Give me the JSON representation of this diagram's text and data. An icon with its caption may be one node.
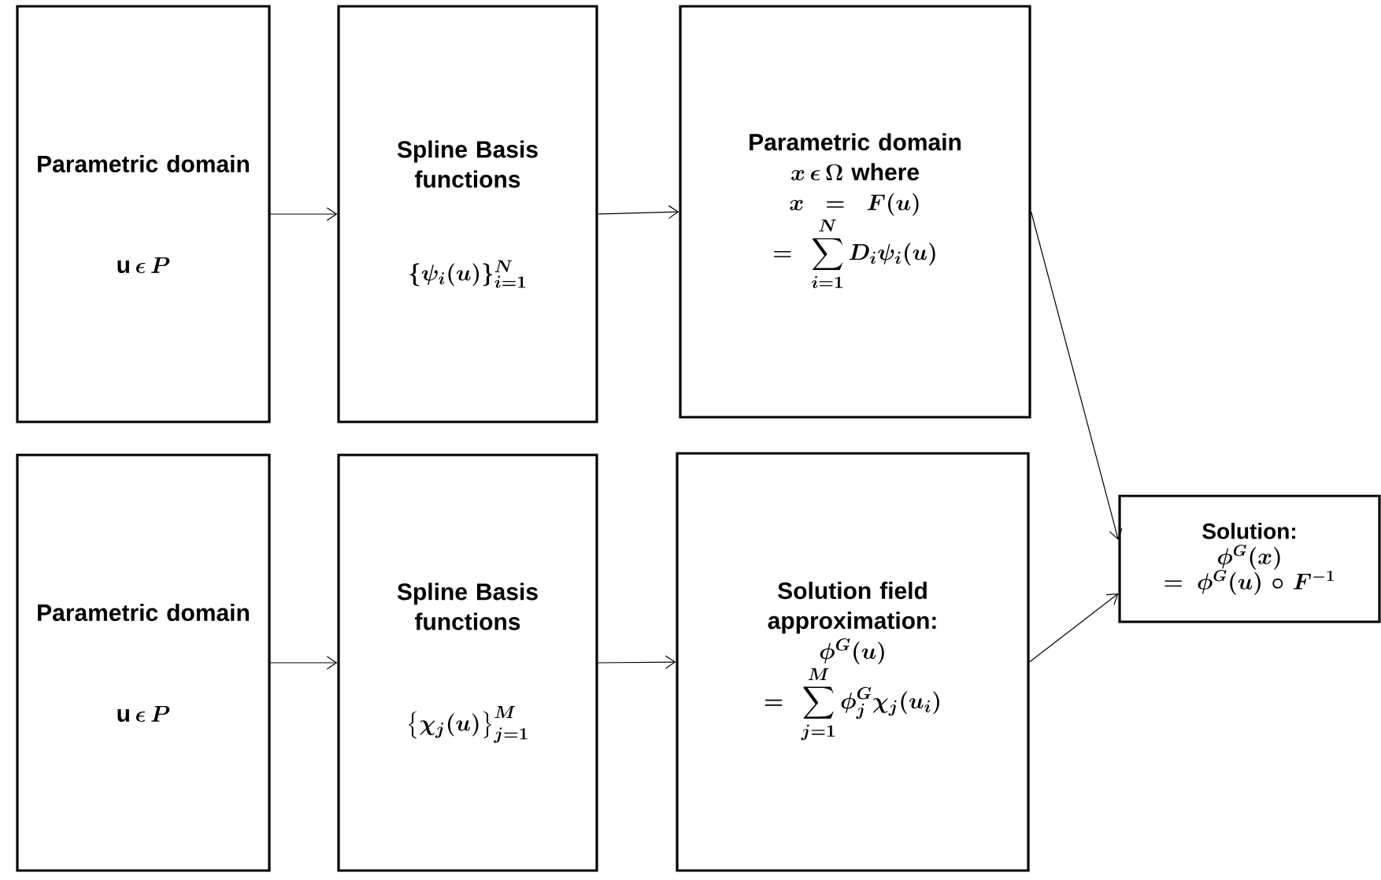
{
  "diagram": {
    "nodes": [
      {
        "text": [
          "Parametric domain",
          "\\mathrm{u}\\,\\epsilon\\,P"
        ]
      },
      {
        "text": [
          "Spline Basis functions",
          "\\{\\psi_i(u)\\}_{i=1}^{N}"
        ]
      },
      {
        "text": [
          "Parametric domain",
          "x\\,\\epsilon\\,\\Omega\\ \\text{where}",
          "x = F(u)",
          "= \\sum_{i=1}^{N} D_i\\psi_i(u)"
        ]
      },
      {
        "text": [
          "Parametric domain",
          "\\mathrm{u}\\,\\epsilon\\,P"
        ]
      },
      {
        "text": [
          "Spline Basis functions",
          "\\left\\{\\chi_j(u)\\right\\}_{j=1}^{M}"
        ]
      },
      {
        "text": [
          "Solution field approximation:",
          "\\phi^G(u)",
          "= \\sum_{j=1}^{M}\\phi_j^G\\chi_j(u_i)"
        ]
      },
      {
        "text": [
          "Solution:",
          "\\phi^G(x)",
          "= \\phi^G(u)\\circ F^{-1}"
        ]
      }
    ],
    "edges": [
      {
        "from": 0,
        "to": 1,
        "arrow": "to"
      },
      {
        "from": 1,
        "to": 2,
        "arrow": "to"
      },
      {
        "from": 3,
        "to": 4,
        "arrow": "to"
      },
      {
        "from": 4,
        "to": 5,
        "arrow": "to"
      },
      {
        "from": 2,
        "to": 6,
        "arrow": "to"
      },
      {
        "from": 5,
        "to": 6,
        "arrow": "to"
      }
    ]
  }
}
